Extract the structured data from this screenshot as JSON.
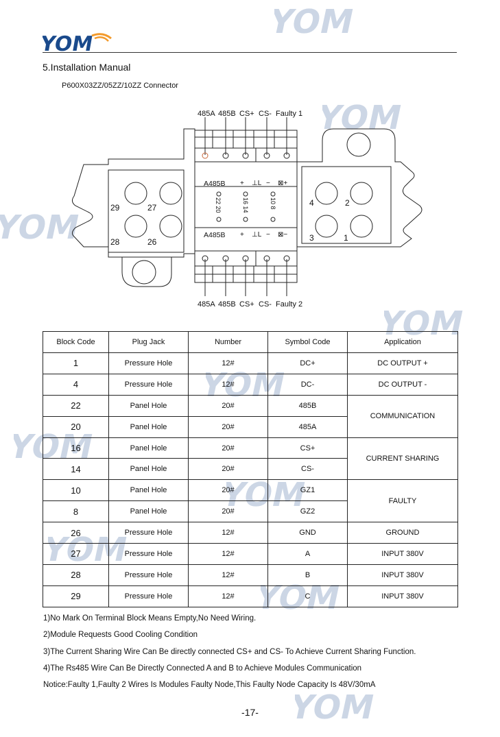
{
  "brand": {
    "logo_text": "YOM",
    "primary_color": "#1a4a8c",
    "accent_color": "#f39a2b"
  },
  "header": {
    "section_title": "5.Installation Manual",
    "subtitle": "P600X03ZZ/05ZZ/10ZZ Connector"
  },
  "diagram": {
    "top_labels": [
      "485A",
      "485B",
      "CS+",
      "CS-",
      "Faulty 1"
    ],
    "bottom_labels": [
      "485A",
      "485B",
      "CS+",
      "CS-",
      "Faulty 2"
    ],
    "left_block_pins": [
      "29",
      "27",
      "28",
      "26"
    ],
    "right_block_pins": [
      "4",
      "2",
      "3",
      "1"
    ],
    "center_top_label": "A485B",
    "center_bottom_label": "A485B",
    "center_numbers": [
      "22 20",
      "16 14",
      "10  8"
    ]
  },
  "table": {
    "headers": [
      "Block Code",
      "Plug Jack",
      "Number",
      "Symbol Code",
      "Application"
    ],
    "rows": [
      {
        "code": "1",
        "jack": "Pressure Hole",
        "number": "12#",
        "symbol": "DC+",
        "application": "DC OUTPUT +"
      },
      {
        "code": "4",
        "jack": "Pressure Hole",
        "number": "12#",
        "symbol": "DC-",
        "application": "DC OUTPUT -"
      },
      {
        "code": "22",
        "jack": "Panel Hole",
        "number": "20#",
        "symbol": "485B",
        "application": "COMMUNICATION"
      },
      {
        "code": "20",
        "jack": "Panel Hole",
        "number": "20#",
        "symbol": "485A",
        "application": ""
      },
      {
        "code": "16",
        "jack": "Panel Hole",
        "number": "20#",
        "symbol": "CS+",
        "application": "CURRENT SHARING"
      },
      {
        "code": "14",
        "jack": "Panel Hole",
        "number": "20#",
        "symbol": "CS-",
        "application": ""
      },
      {
        "code": "10",
        "jack": "Panel Hole",
        "number": "20#",
        "symbol": "GZ1",
        "application": "FAULTY"
      },
      {
        "code": "8",
        "jack": "Panel Hole",
        "number": "20#",
        "symbol": "GZ2",
        "application": ""
      },
      {
        "code": "26",
        "jack": "Pressure Hole",
        "number": "12#",
        "symbol": "GND",
        "application": "GROUND"
      },
      {
        "code": "27",
        "jack": "Pressure Hole",
        "number": "12#",
        "symbol": "A",
        "application": "INPUT 380V"
      },
      {
        "code": "28",
        "jack": "Pressure Hole",
        "number": "12#",
        "symbol": "B",
        "application": "INPUT 380V"
      },
      {
        "code": "29",
        "jack": "Pressure Hole",
        "number": "12#",
        "symbol": "C",
        "application": "INPUT 380V"
      }
    ]
  },
  "notes": [
    "1)No Mark On Terminal Block Means Empty,No Need Wiring.",
    "2)Module Requests Good Cooling Condition",
    "3)The Current Sharing Wire Can Be directly connected CS+ and CS- To Achieve Current Sharing Function.",
    "4)The Rs485 Wire Can Be Directly Connected A and B to Achieve Modules Communication",
    "Notice:Faulty 1,Faulty 2 Wires Is Modules Faulty Node,This Faulty Node Capacity Is 48V/30mA"
  ],
  "page_number": "-17-"
}
